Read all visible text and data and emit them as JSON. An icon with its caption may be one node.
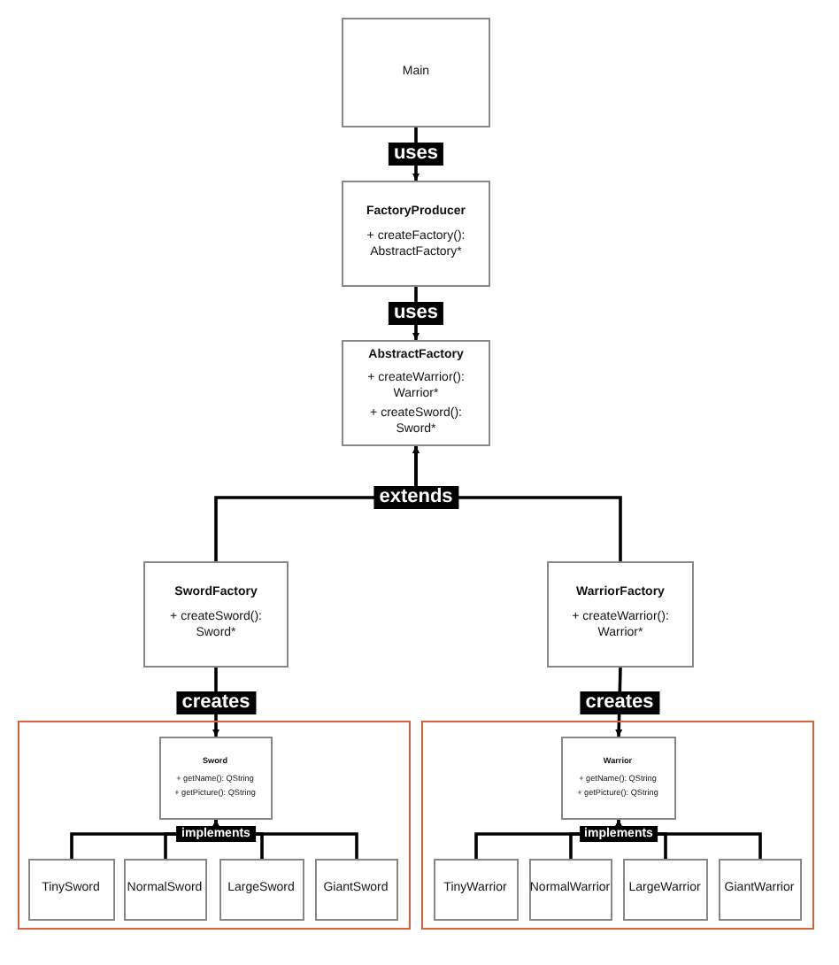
{
  "diagram": {
    "nodes": [
      {
        "text": [
          "Main"
        ]
      },
      {
        "text": [
          "FactoryProducer",
          "+ createFactory(): AbstractFactory*"
        ]
      },
      {
        "text": [
          "AbstractFactory",
          "+ createWarrior(): Warrior*",
          "+ createSword(): Sword*"
        ]
      },
      {
        "text": [
          "SwordFactory",
          "+ createSword(): Sword*"
        ]
      },
      {
        "text": [
          "WarriorFactory",
          "+ createWarrior(): Warrior*"
        ]
      },
      {
        "text": [],
        "shape": "box"
      },
      {
        "text": [
          "Sword",
          "+ getName(): QString",
          "+ getPicture(): QString"
        ],
        "in": 5
      },
      {
        "text": [
          "TinySword"
        ],
        "in": 5
      },
      {
        "text": [
          "NormalSword"
        ],
        "in": 5
      },
      {
        "text": [
          "LargeSword"
        ],
        "in": 5
      },
      {
        "text": [
          "GiantSword"
        ],
        "in": 5
      },
      {
        "text": [],
        "shape": "box"
      },
      {
        "text": [
          "Warrior",
          "+ getName(): QString",
          "+ getPicture(): QString"
        ],
        "in": 11
      },
      {
        "text": [
          "TinyWarrior"
        ],
        "in": 11
      },
      {
        "text": [
          "NormalWarrior"
        ],
        "in": 11
      },
      {
        "text": [
          "LargeWarrior"
        ],
        "in": 11
      },
      {
        "text": [
          "GiantWarrior"
        ],
        "in": 11
      }
    ],
    "edges": [
      {
        "from": 0,
        "to": 1,
        "arrow": "to",
        "label": "uses"
      },
      {
        "from": 1,
        "to": 2,
        "arrow": "to",
        "label": "uses"
      },
      {
        "from": 3,
        "to": 2,
        "arrow": "to",
        "label": "extends"
      },
      {
        "from": 4,
        "to": 2,
        "arrow": "to"
      },
      {
        "from": 3,
        "to": 6,
        "arrow": "to",
        "label": "creates"
      },
      {
        "from": 4,
        "to": 12,
        "arrow": "to",
        "label": "creates"
      },
      {
        "from": 7,
        "to": 6,
        "arrow": "to",
        "label": "implements"
      },
      {
        "from": 8,
        "to": 6,
        "arrow": "to"
      },
      {
        "from": 9,
        "to": 6,
        "arrow": "to"
      },
      {
        "from": 10,
        "to": 6,
        "arrow": "to"
      },
      {
        "from": 13,
        "to": 12,
        "arrow": "to",
        "label": "implements"
      },
      {
        "from": 14,
        "to": 12,
        "arrow": "to"
      },
      {
        "from": 15,
        "to": 12,
        "arrow": "to"
      },
      {
        "from": 16,
        "to": 12,
        "arrow": "to"
      }
    ]
  }
}
